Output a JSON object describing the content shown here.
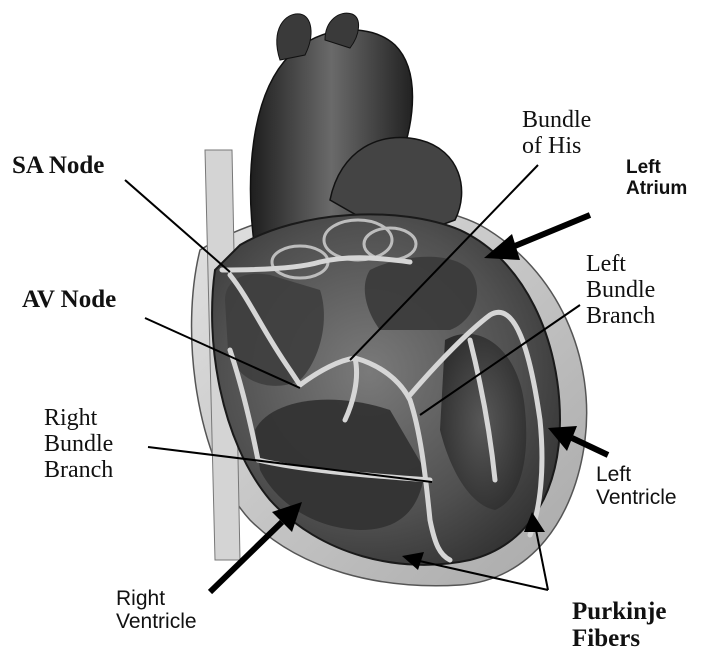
{
  "labels": {
    "sa_node": "SA Node",
    "av_node": "AV Node",
    "bundle_of_his": "Bundle\nof His",
    "left_atrium": "Left\nAtrium",
    "left_bundle_branch": "Left\nBundle\nBranch",
    "right_bundle_branch": "Right\nBundle\nBranch",
    "left_ventricle": "Left\nVentricle",
    "right_ventricle": "Right\nVentricle",
    "purkinje_fibers": "Purkinje\nFibers"
  },
  "colors": {
    "ink": "#111111",
    "background": "#ffffff",
    "vessel_dark": "#2e2e2e",
    "myocardium": "#5a5a5a",
    "chamber": "#3c3c3c",
    "conduction_fiber": "#cfcfcf",
    "pericardium": "#c9c9c9"
  }
}
